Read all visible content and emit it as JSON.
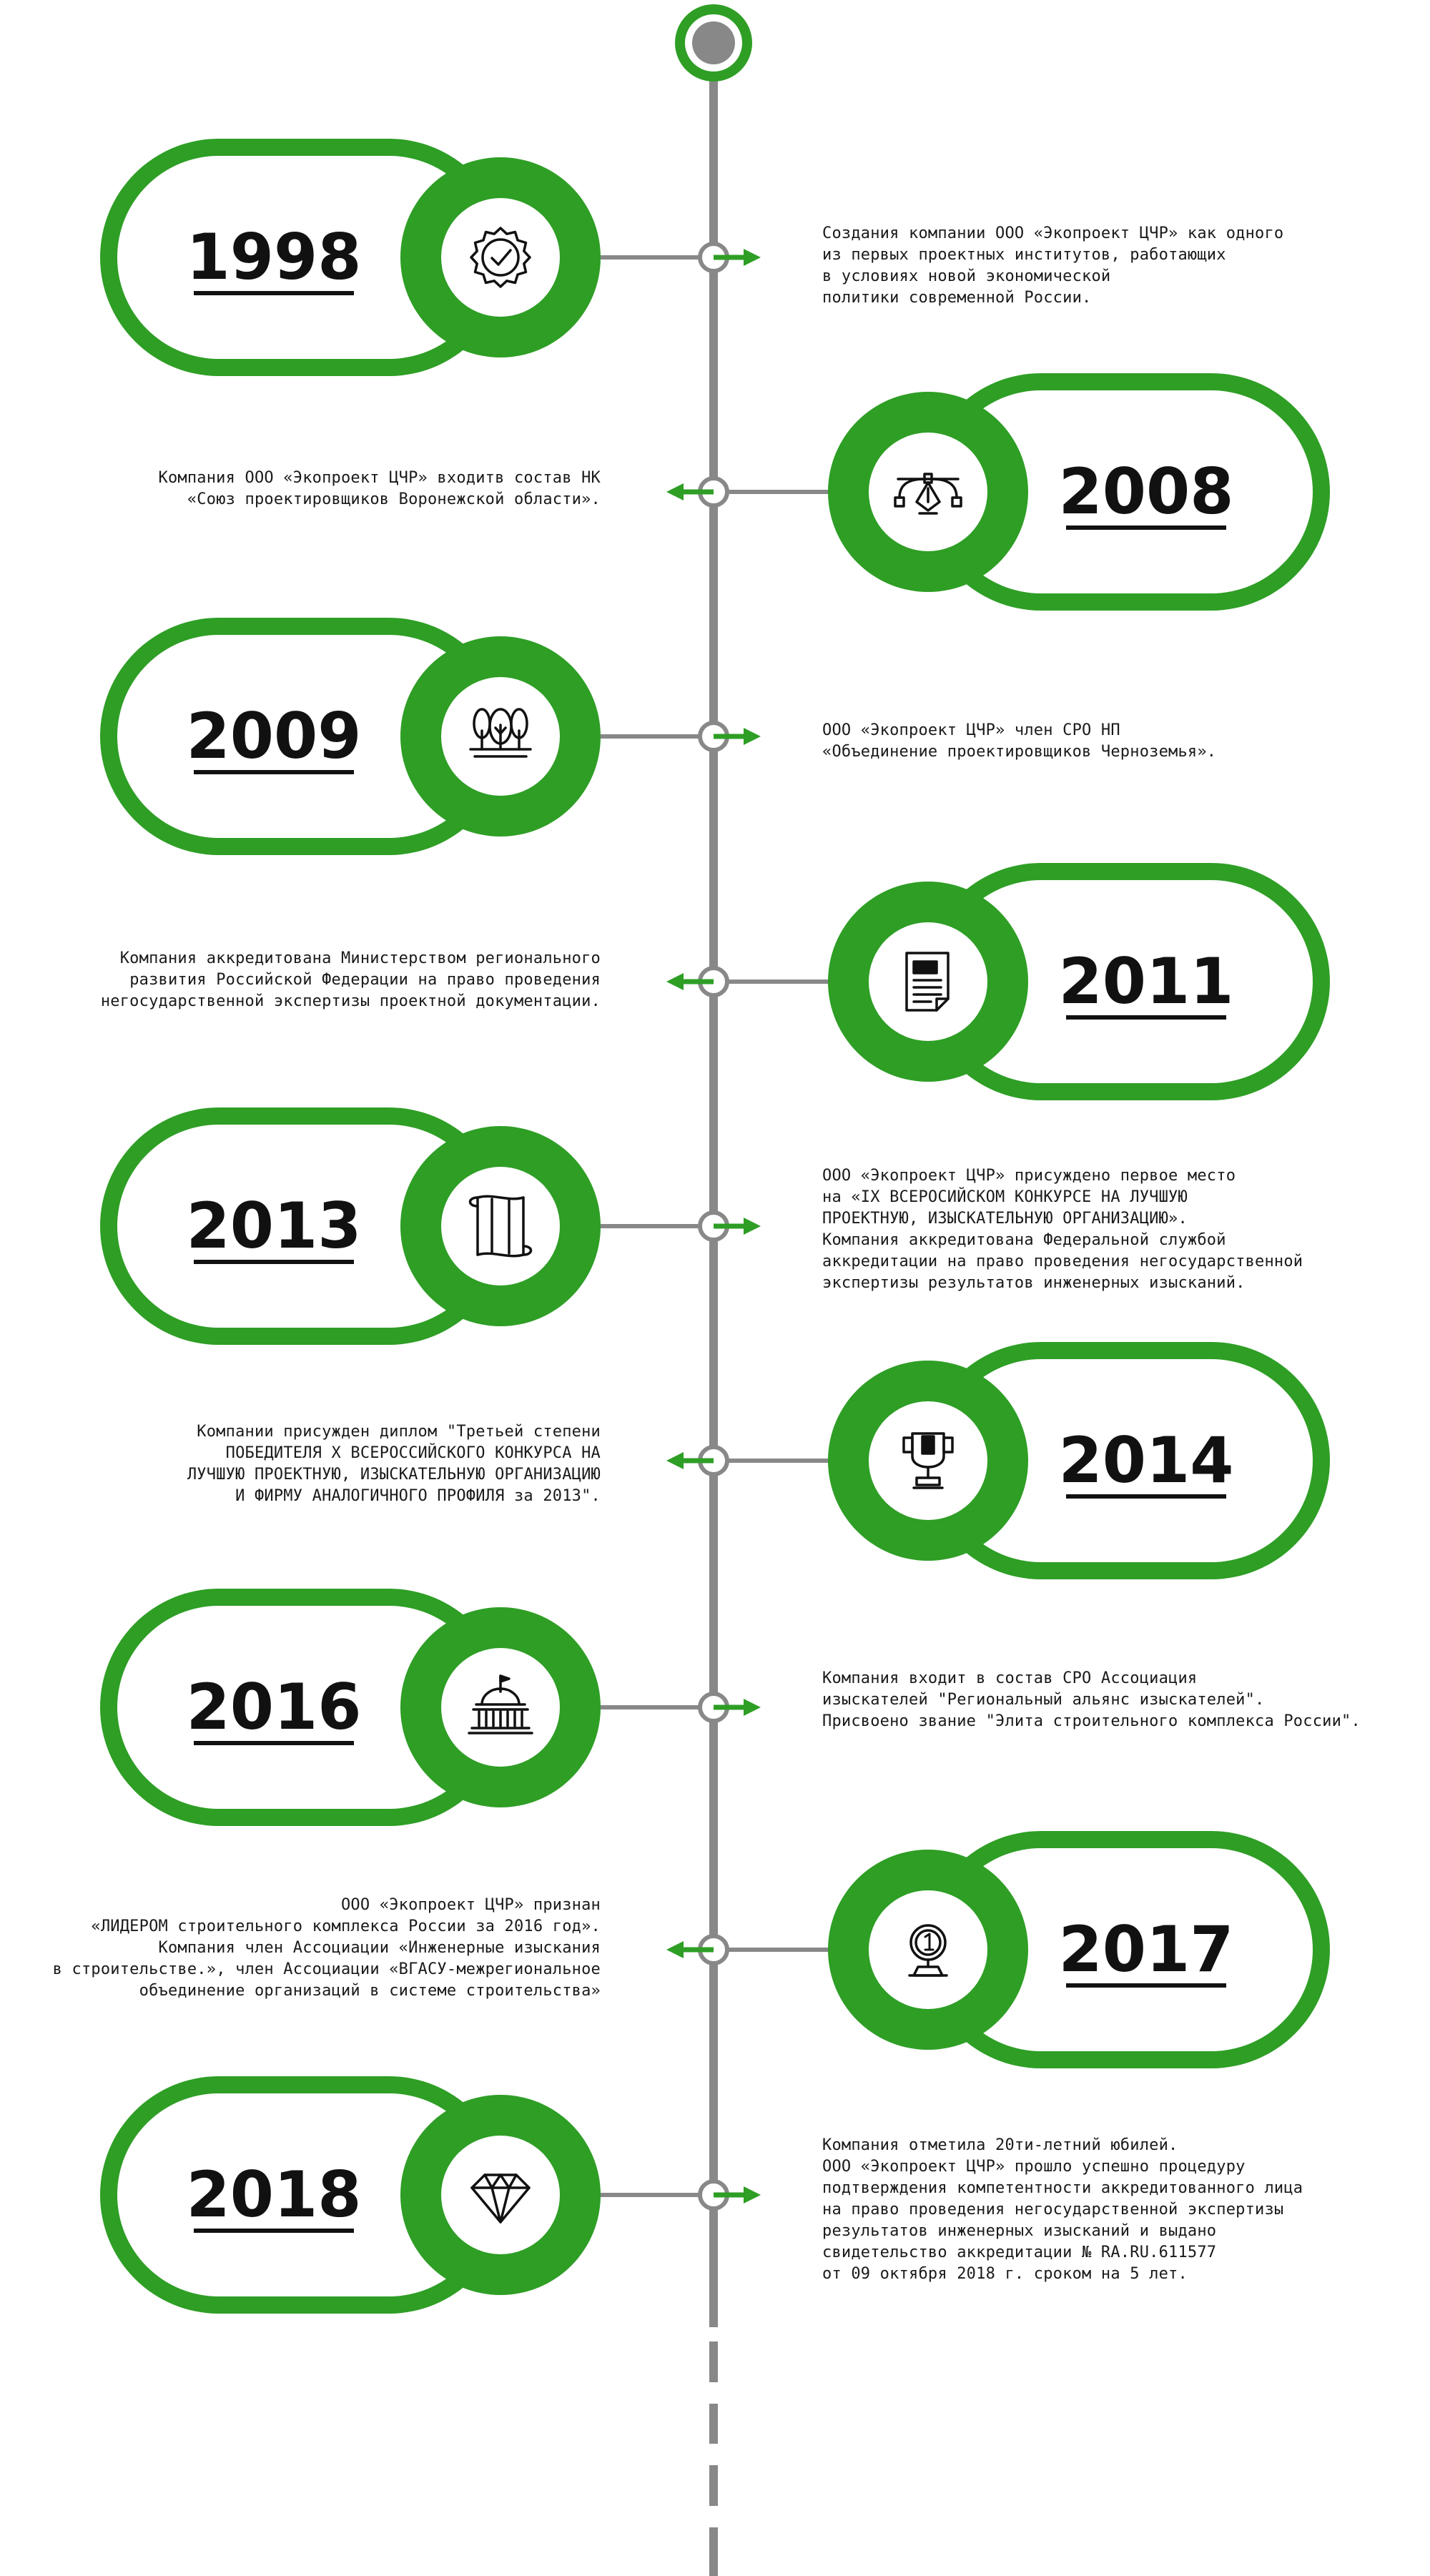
{
  "colors": {
    "accent": "#2e9e25",
    "line": "#888888",
    "text": "#111111"
  },
  "events": [
    {
      "year": "1998",
      "icon": "certificate-badge-icon",
      "side": "left",
      "text": "Создания компании ООО «Экопроект ЦЧР» как одного\nиз первых проектных институтов, работающих\nв условиях новой экономической\nполитики современной России."
    },
    {
      "year": "2008",
      "icon": "pen-tool-icon",
      "side": "right",
      "text": "Компания ООО «Экопроект ЦЧР» входитв состав НК\n«Союз проектировщиков Воронежской области»."
    },
    {
      "year": "2009",
      "icon": "trees-icon",
      "side": "left",
      "text": "ООО «Экопроект ЦЧР» член СРО НП\n«Объединение проектировщиков Черноземья»."
    },
    {
      "year": "2011",
      "icon": "document-icon",
      "side": "right",
      "text": "Компания аккредитована Министерством регионального\nразвития Российской Федерации на право проведения\nнегосударственной экспертизы проектной документации."
    },
    {
      "year": "2013",
      "icon": "scroll-map-icon",
      "side": "left",
      "text": "ООО «Экопроект ЦЧР» присуждено первое место\nна «IX ВСЕРОСИЙСКОМ КОНКУРСЕ НА ЛУЧШУЮ\nПРОЕКТНУЮ, ИЗЫСКАТЕЛЬНУЮ ОРГАНИЗАЦИЮ».\nКомпания аккредитована Федеральной службой\nаккредитации на право проведения негосударственной\nэкспертизы результатов инженерных изысканий."
    },
    {
      "year": "2014",
      "icon": "trophy-cup-icon",
      "side": "right",
      "text": "Компании присужден диплом \"Третьей степени\nПОБЕДИТЕЛЯ X ВСЕРОССИЙСКОГО КОНКУРСА НА\nЛУЧШУЮ ПРОЕКТНУЮ, ИЗЫСКАТЕЛЬНУЮ ОРГАНИЗАЦИЮ\nИ ФИРМУ АНАЛОГИЧНОГО ПРОФИЛЯ за 2013\"."
    },
    {
      "year": "2016",
      "icon": "government-building-icon",
      "side": "left",
      "text": "Компания входит в состав СРО Ассоциация\nизыскателей \"Региональный альянс изыскателей\".\nПрисвоено звание \"Элита строительного комплекса России\"."
    },
    {
      "year": "2017",
      "icon": "first-place-trophy-icon",
      "side": "right",
      "text": "ООО «Экопроект ЦЧР» признан\n«ЛИДЕРОМ строительного комплекса России за 2016 год».\nКомпания член Ассоциации «Инженерные изыскания\nв строительстве.», член Ассоциации «ВГАСУ-межрегиональное\nобъединение организаций в системе строительства»"
    },
    {
      "year": "2018",
      "icon": "diamond-icon",
      "side": "left",
      "text": "Компания отметила 20ти-летний юбилей.\nООО «Экопроект ЦЧР» прошло успешно процедуру\nподтверждения компетентности аккредитованного лица\nна право проведения негосударственной экспертизы\nрезультатов инженерных изысканий и выдано\nсвидетельство аккредитации № RA.RU.611577\nот 09 октября 2018 г. сроком на 5 лет."
    }
  ]
}
